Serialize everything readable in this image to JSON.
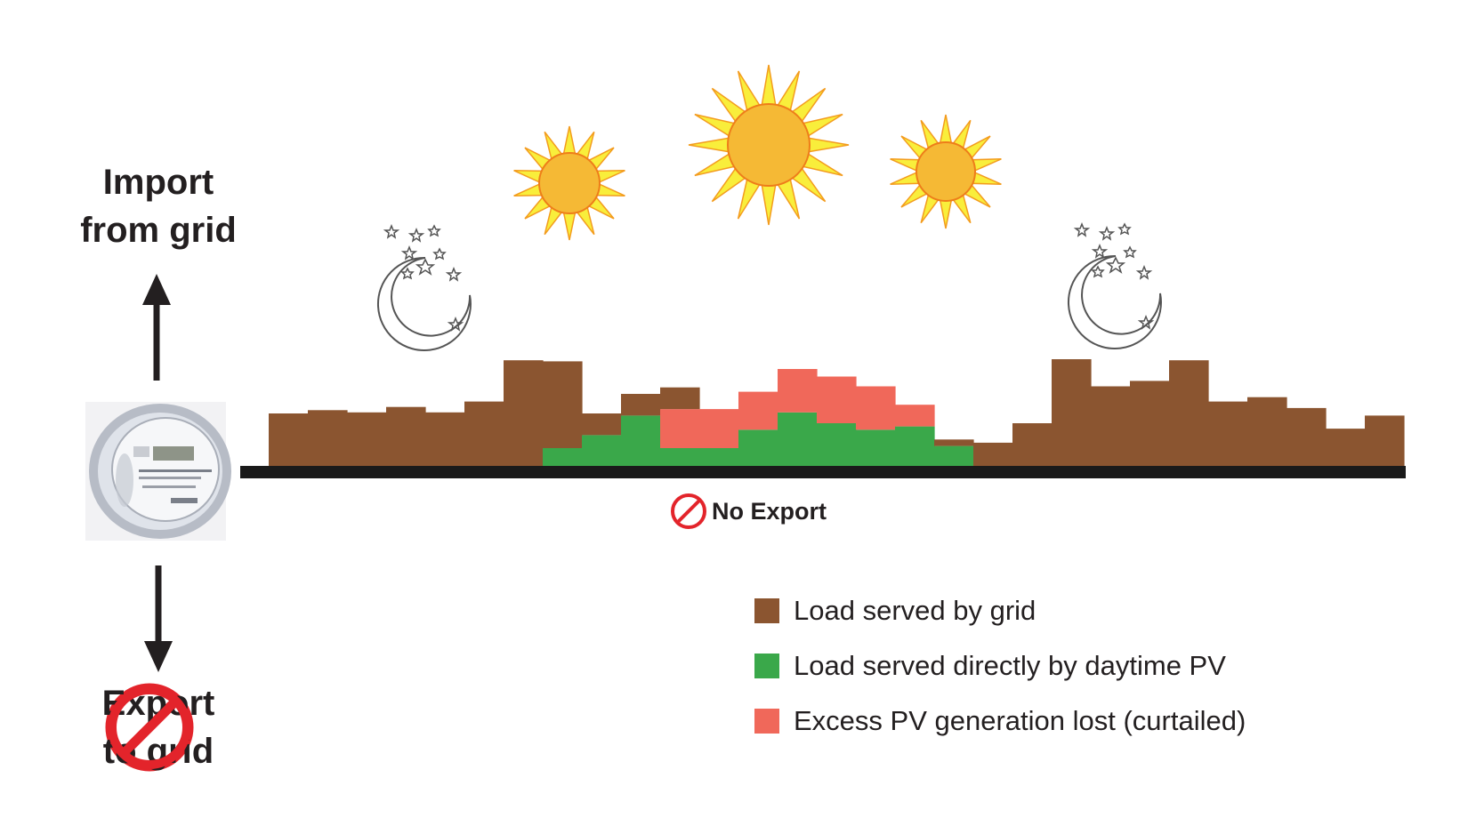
{
  "left_panel": {
    "import_label": [
      "Import",
      "from grid"
    ],
    "export_label": [
      "Export",
      "to grid"
    ]
  },
  "axis_note": "No Export",
  "colors": {
    "grid_load": "#8b5530",
    "pv_direct": "#3aa84a",
    "pv_curtailed": "#f0685a",
    "sun_fill": "#f5b935",
    "sun_rays": "#f9ee3b",
    "no_sign": "#e3242b",
    "axis": "#1a1a1a"
  },
  "legend": [
    {
      "label": "Load served by grid",
      "color": "#8b5530"
    },
    {
      "label": "Load served directly by daytime PV",
      "color": "#3aa84a"
    },
    {
      "label": "Excess PV generation lost (curtailed)",
      "color": "#f0685a"
    }
  ],
  "chart_data": {
    "type": "bar",
    "stacked": true,
    "x_intervals": 25,
    "series": [
      {
        "name": "Load served by grid",
        "values": [
          0.5,
          0.53,
          0.51,
          0.56,
          0.51,
          0.61,
          0.99,
          0.8,
          0.2,
          0.2,
          0.2,
          0,
          0,
          0,
          0,
          0,
          0,
          0.06,
          0.23,
          0.41,
          1.0,
          0.75,
          0.8,
          0.99,
          0.61,
          0.65,
          0.55,
          0.36,
          0.48
        ]
      },
      {
        "name": "Load served directly by daytime PV",
        "values": [
          0,
          0,
          0,
          0,
          0,
          0,
          0,
          0.18,
          0.3,
          0.48,
          0.18,
          0.18,
          0.35,
          0.51,
          0.41,
          0.35,
          0.38,
          0.2,
          0,
          0,
          0,
          0,
          0,
          0,
          0,
          0,
          0,
          0,
          0
        ]
      },
      {
        "name": "Excess PV generation lost (curtailed)",
        "values": [
          0,
          0,
          0,
          0,
          0,
          0,
          0,
          0,
          0,
          0,
          0.36,
          0.36,
          0.35,
          0.4,
          0.43,
          0.4,
          0.2,
          0,
          0,
          0,
          0,
          0,
          0,
          0,
          0,
          0,
          0,
          0,
          0
        ]
      }
    ]
  },
  "icons": [
    "up-arrow-icon",
    "electric-meter-icon",
    "down-arrow-icon",
    "no-symbol-icon",
    "sun-icon",
    "moon-stars-icon"
  ]
}
